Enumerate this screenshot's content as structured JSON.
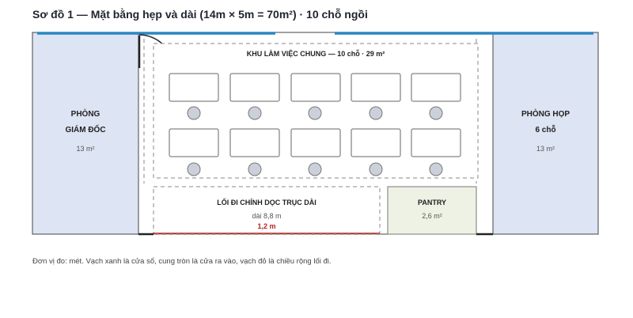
{
  "title": "Sơ đồ 1 — Mặt bằng hẹp và dài (14m × 5m = 70m²) · 10 chỗ ngồi",
  "rooms": {
    "director": {
      "name_line1": "PHÒNG",
      "name_line2": "GIÁM ĐỐC",
      "area": "13 m²"
    },
    "meeting": {
      "name_line1": "PHÒNG HỌP",
      "name_line2": "6 chỗ",
      "area": "13 m²"
    },
    "workspace": {
      "name": "KHU LÀM VIỆC CHUNG — 10 chỗ · 29 m²",
      "desk_count": 10
    },
    "corridor": {
      "name": "LỐI ĐI CHÍNH DỌC TRỤC DÀI",
      "length": "dài 8,8 m",
      "width": "1,2 m"
    },
    "pantry": {
      "name": "PANTRY",
      "area": "2,6 m²"
    }
  },
  "caption": "Đơn vị đo: mét. Vạch xanh là cửa sổ, cung tròn là cửa ra vào, vạch đỏ là chiều rộng lối đi.",
  "colors": {
    "window": "#2a86c4",
    "room_fill": "#dde4f3",
    "pantry_fill": "#eef2e4",
    "wall": "#444444",
    "dashed": "#8a8a8a",
    "corridor_width_line": "#b22222"
  }
}
